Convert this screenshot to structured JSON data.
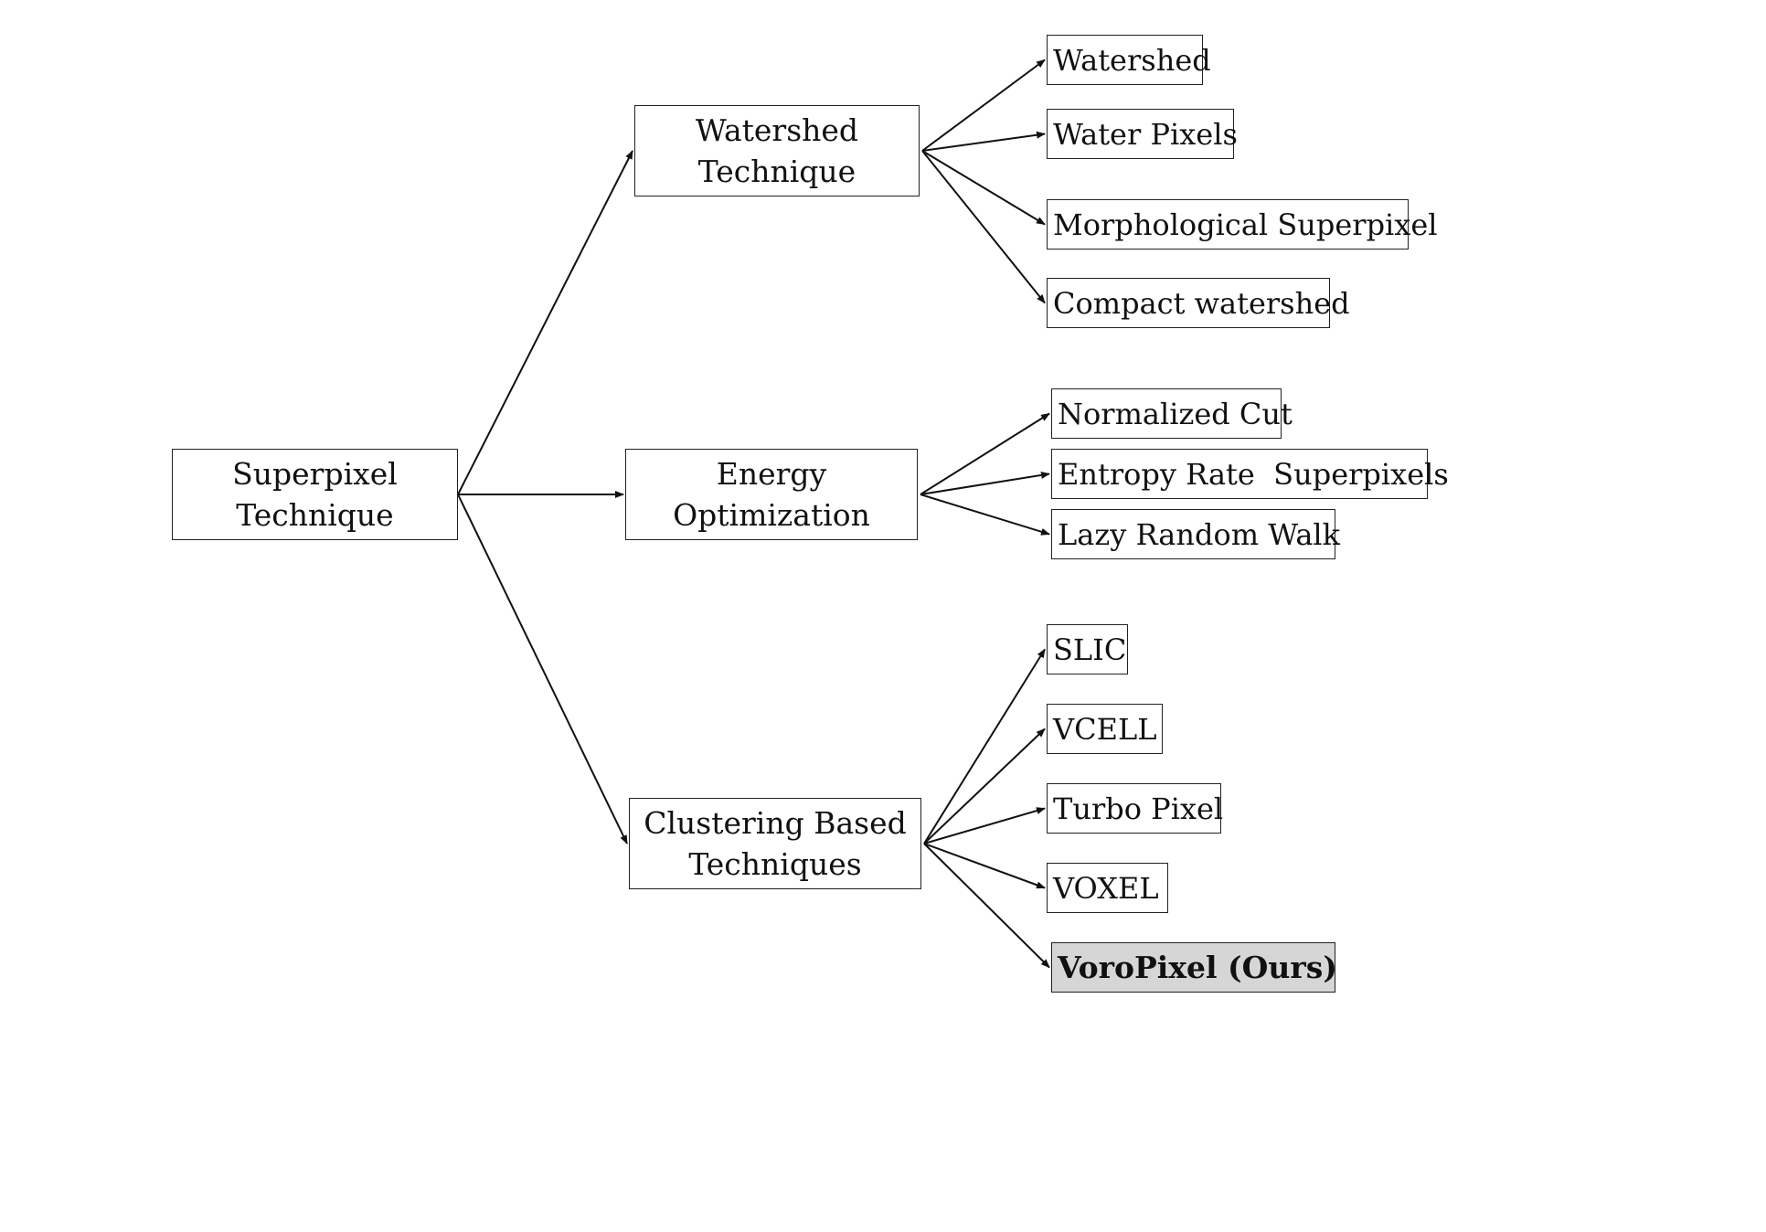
{
  "root": {
    "line1": "Superpixel",
    "line2": "Technique"
  },
  "categories": [
    {
      "line1": "Watershed",
      "line2": "Technique",
      "children": [
        "Watershed",
        "Water Pixels",
        "Morphological Superpixel",
        "Compact watershed"
      ]
    },
    {
      "line1": "Energy",
      "line2": "Optimization",
      "children": [
        "Normalized Cut",
        "Entropy Rate  Superpixels",
        "Lazy Random Walk"
      ]
    },
    {
      "line1": "Clustering Based",
      "line2": "Techniques",
      "children": [
        "SLIC",
        "VCELL",
        "Turbo Pixel",
        "VOXEL",
        "VoroPixel (Ours)"
      ]
    }
  ],
  "colors": {
    "line": "#111111",
    "border": "#222222",
    "highlight_fill": "#d6d6d6"
  }
}
